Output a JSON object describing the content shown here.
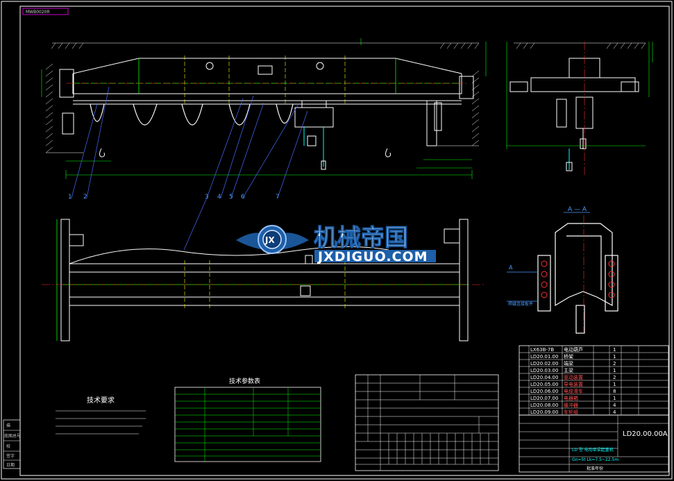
{
  "drawing": {
    "stamp": "MWB0020R",
    "drawing_number": "LD20.00.00A",
    "tech_requirements_title": "技术要求",
    "technical_table_title": "技术参数表",
    "approval_label": "批准年份",
    "balloons": [
      "1",
      "2",
      "3",
      "4",
      "5",
      "6",
      "7"
    ],
    "section_label": "A — A",
    "section_callout": "A",
    "section_note": "焊缝连接板件",
    "parts_list": [
      {
        "code": "LX63B-7B",
        "name": "电动葫芦",
        "qty": "1"
      },
      {
        "code": "LD20.01.00",
        "name": "桥架",
        "qty": "1"
      },
      {
        "code": "LD20.02.00",
        "name": "端梁",
        "qty": "2"
      },
      {
        "code": "LD20.03.00",
        "name": "主梁",
        "qty": "1"
      },
      {
        "code": "LD20.04.00",
        "name": "驱动装置",
        "qty": "2"
      },
      {
        "code": "LD20.05.00",
        "name": "导电装置",
        "qty": "1"
      },
      {
        "code": "LD20.06.00",
        "name": "电缆滑车",
        "qty": "8"
      },
      {
        "code": "LD20.07.00",
        "name": "电器箱",
        "qty": "1"
      },
      {
        "code": "LD20.08.00",
        "name": "缓冲器",
        "qty": "4"
      },
      {
        "code": "LD20.09.00",
        "name": "车轮组",
        "qty": "4"
      }
    ],
    "title_block": {
      "product": "LD 型 电动单梁起重机",
      "spec": "Gn=5t Lk=7.5~22.5m"
    }
  },
  "watermark": {
    "cn": "机械帝国",
    "en": "JXDIGUO.COM",
    "badge": "JX"
  },
  "left_sidebar": [
    "描",
    "底图总号",
    "校",
    "签字",
    "日期"
  ],
  "colors": {
    "background": "#000000",
    "line_white": "#ffffff",
    "line_green": "#00ff00",
    "line_cyan": "#00ffff",
    "line_red": "#ff3030",
    "line_yellow": "#ffff00",
    "line_blue": "#4a6cff",
    "line_magenta": "#ff00ff",
    "watermark_blue": "#1d5fa8"
  }
}
